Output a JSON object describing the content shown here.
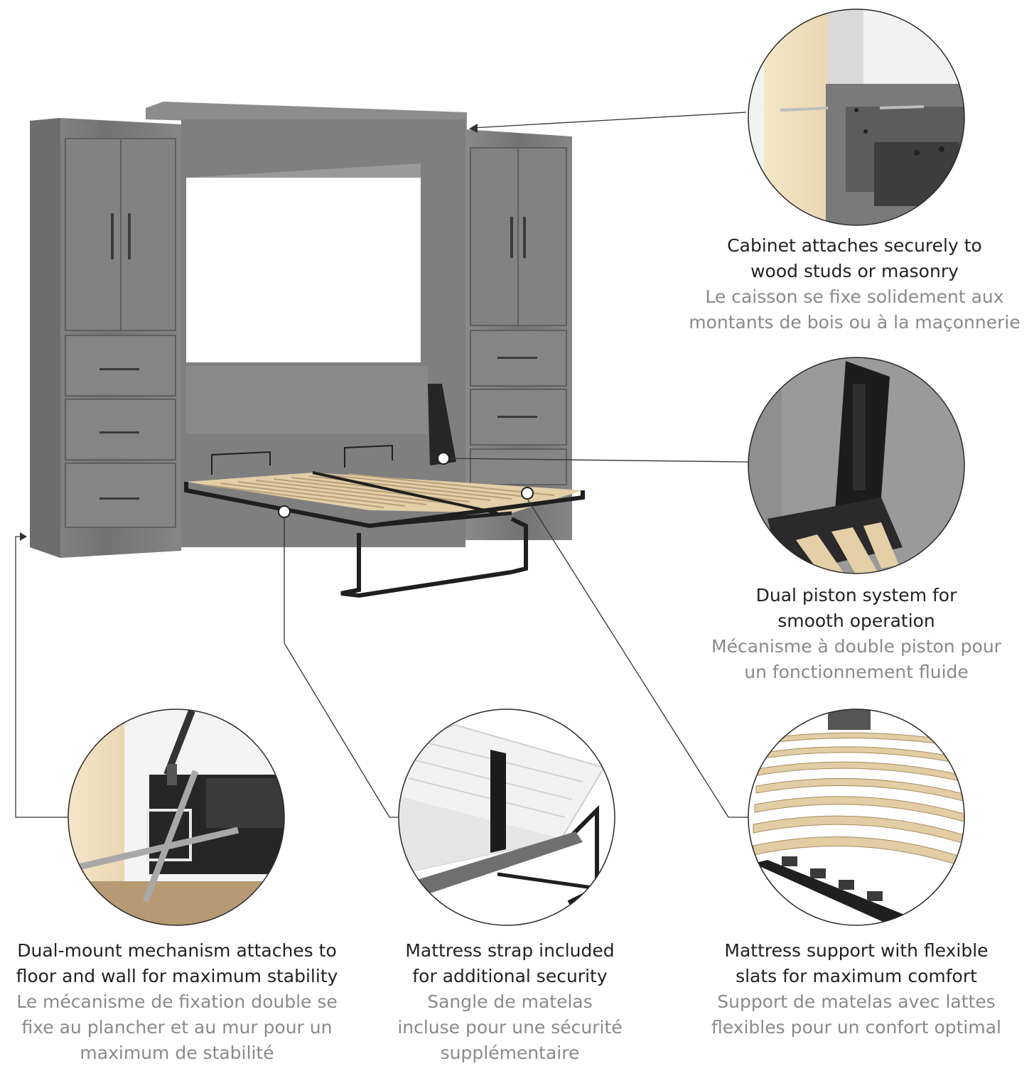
{
  "colors": {
    "background": "#ffffff",
    "english_text": "#222222",
    "french_text": "#8a8a8a",
    "cabinet_gray": "#7b7b7b",
    "slat_wood": "#e6d2ad",
    "frame_black": "#1f1f1f",
    "leader_line": "#333333",
    "wall_pine": "#efe0bf"
  },
  "features": [
    {
      "en_1": "Cabinet attaches securely to",
      "en_2": "wood studs or masonry",
      "fr_1": "Le caisson se fixe solidement aux",
      "fr_2": "montants de bois ou à la maçonnerie",
      "icon": "wall-anchor-screw-icon"
    },
    {
      "en_1": "Dual piston system for",
      "en_2": "smooth operation",
      "fr_1": "Mécanisme à double piston pour",
      "fr_2": "un fonctionnement fluide",
      "icon": "piston-icon"
    },
    {
      "en_1": "Dual-mount mechanism attaches to",
      "en_2": "floor and wall for maximum stability",
      "fr_1": "Le mécanisme de fixation double se",
      "fr_2": "fixe au plancher et au mur pour un",
      "fr_3": "maximum de stabilité",
      "icon": "floor-wall-bracket-icon"
    },
    {
      "en_1": "Mattress strap included",
      "en_2": "for additional security",
      "fr_1": "Sangle de matelas",
      "fr_2": "incluse pour une sécurité",
      "fr_3": "supplémentaire",
      "icon": "mattress-strap-icon"
    },
    {
      "en_1": "Mattress support with flexible",
      "en_2": "slats for maximum comfort",
      "fr_1": "Support de matelas avec lattes",
      "fr_2": "flexibles pour un confort optimal",
      "icon": "slats-icon"
    }
  ]
}
